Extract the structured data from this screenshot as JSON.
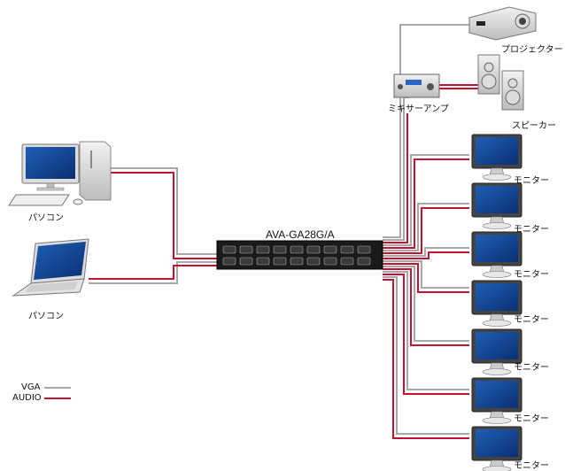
{
  "device": {
    "name": "AVA-GA28G/A"
  },
  "sources": [
    {
      "label": "パソコン",
      "kind": "desktop-pc"
    },
    {
      "label": "パソコン",
      "kind": "laptop-pc"
    }
  ],
  "outputs": {
    "projector": "プロジェクター",
    "mixer_amp": "ミキサーアンプ",
    "speaker": "スピーカー",
    "monitors": [
      "モニター",
      "モニター",
      "モニター",
      "モニター",
      "モニター",
      "モニター",
      "モニター"
    ]
  },
  "legend": [
    {
      "label": "VGA",
      "color": "#a8a8a8"
    },
    {
      "label": "AUDIO",
      "color": "#c8102e"
    }
  ]
}
